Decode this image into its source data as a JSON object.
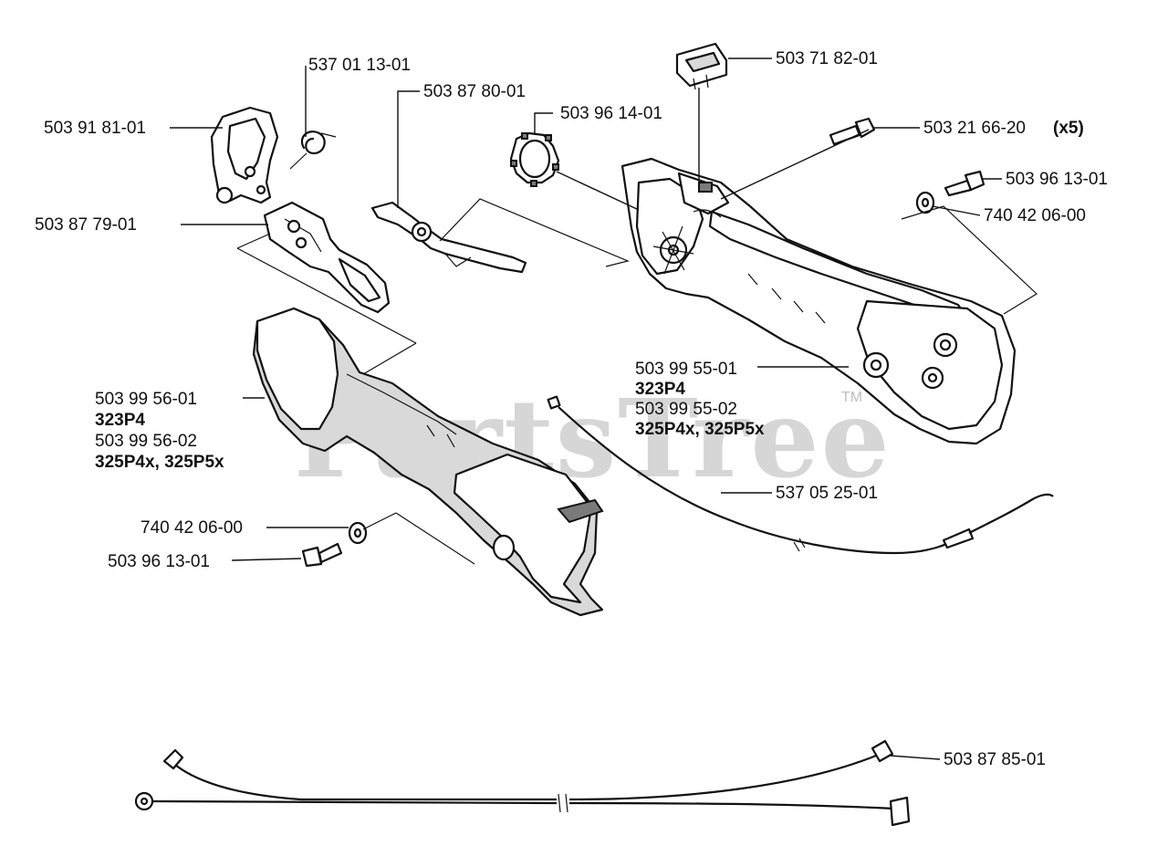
{
  "watermark": {
    "text": "PartsTree",
    "tm": "TM"
  },
  "labels": {
    "p53701130": "537 01 13-01",
    "p50387801": "503 87 80-01",
    "p50391810": "503 91 81-01",
    "p50396140": "503 96 14-01",
    "p50371820": "503 71 82-01",
    "p50321660": "503 21 66-20",
    "p50321660_qty": "(x5)",
    "p50396130_top": "503 96 13-01",
    "p74042060_top": "740 42 06-00",
    "p50387790": "503 87 79-01",
    "p50399550_1": "503 99 55-01",
    "p50399550_1_model": "323P4",
    "p50399550_2": "503 99 55-02",
    "p50399550_2_model": "325P4x, 325P5x",
    "p50399560_1": "503 99 56-01",
    "p50399560_1_model": "323P4",
    "p50399560_2": "503 99 56-02",
    "p50399560_2_model": "325P4x, 325P5x",
    "p53705250": "537 05 25-01",
    "p74042060_bot": "740 42 06-00",
    "p50396130_bot": "503 96 13-01",
    "p50387850": "503 87 85-01"
  }
}
